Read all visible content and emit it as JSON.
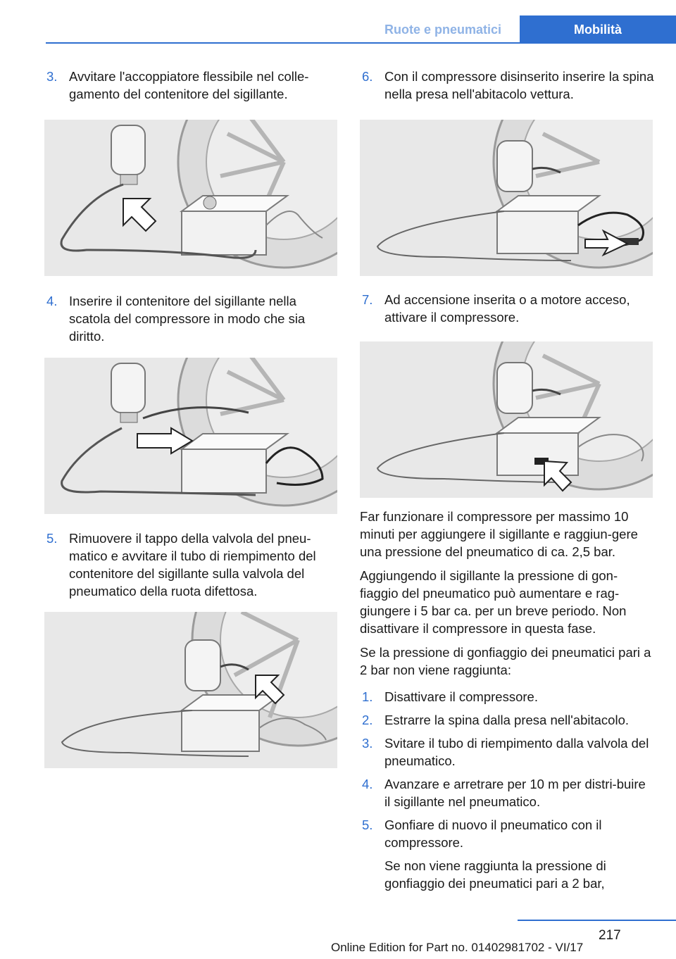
{
  "header": {
    "section": "Ruote e pneumatici",
    "chapter": "Mobilità"
  },
  "left_steps": [
    {
      "num": "3.",
      "text": "Avvitare l'accoppiatore flessibile nel colle-gamento del contenitore del sigillante."
    },
    {
      "num": "4.",
      "text": "Inserire il contenitore del sigillante nella scatola del compressore in modo che sia diritto."
    },
    {
      "num": "5.",
      "text": "Rimuovere il tappo della valvola del pneu-matico e avvitare il tubo di riempimento del contenitore del sigillante sulla valvola del pneumatico della ruota difettosa."
    }
  ],
  "right_steps": [
    {
      "num": "6.",
      "text": "Con il compressore disinserito inserire la spina nella presa nell'abitacolo vettura."
    },
    {
      "num": "7.",
      "text": "Ad accensione inserita o a motore acceso, attivare il compressore."
    }
  ],
  "paragraphs": [
    "Far funzionare il compressore per massimo 10 minuti per aggiungere il sigillante e raggiun-gere una pressione del pneumatico di ca. 2,5 bar.",
    "Aggiungendo il sigillante la pressione di gon-fiaggio del pneumatico può aumentare e rag-giungere i 5 bar ca. per un breve periodo. Non disattivare il compressore in questa fase.",
    "Se la pressione di gonfiaggio dei pneumatici pari a 2 bar non viene raggiunta:"
  ],
  "sub_steps": [
    {
      "num": "1.",
      "text": "Disattivare il compressore."
    },
    {
      "num": "2.",
      "text": "Estrarre la spina dalla presa nell'abitacolo."
    },
    {
      "num": "3.",
      "text": "Svitare il tubo di riempimento dalla valvola del pneumatico."
    },
    {
      "num": "4.",
      "text": "Avanzare e arretrare per 10 m per distri-buire il sigillante nel pneumatico."
    },
    {
      "num": "5.",
      "text": "Gonfiare di nuovo il pneumatico con il compressore."
    }
  ],
  "sub_step_5_note": "Se non viene raggiunta la pressione di gonfiaggio dei pneumatici pari a 2 bar,",
  "footer": {
    "page": "217",
    "edition": "Online Edition for Part no. 01402981702 - VI/17"
  },
  "colors": {
    "accent": "#2f6fd0",
    "header_inactive": "#8fb3e6",
    "figure_bg": "#e8e8e8"
  },
  "icons": [
    "arrow-icon"
  ]
}
